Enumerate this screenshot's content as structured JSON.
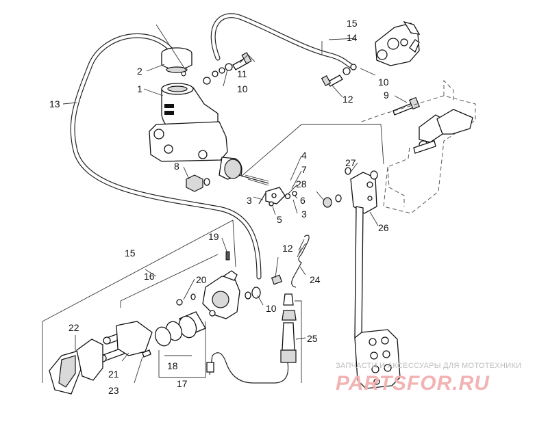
{
  "callouts": [
    {
      "id": "c1",
      "label": "1"
    },
    {
      "id": "c2",
      "label": "2"
    },
    {
      "id": "c3a",
      "label": "3"
    },
    {
      "id": "c3b",
      "label": "3"
    },
    {
      "id": "c4",
      "label": "4"
    },
    {
      "id": "c5",
      "label": "5"
    },
    {
      "id": "c6",
      "label": "6"
    },
    {
      "id": "c7",
      "label": "7"
    },
    {
      "id": "c8",
      "label": "8"
    },
    {
      "id": "c9",
      "label": "9"
    },
    {
      "id": "c10a",
      "label": "10"
    },
    {
      "id": "c10b",
      "label": "10"
    },
    {
      "id": "c10c",
      "label": "10"
    },
    {
      "id": "c11",
      "label": "11"
    },
    {
      "id": "c12a",
      "label": "12"
    },
    {
      "id": "c12b",
      "label": "12"
    },
    {
      "id": "c13",
      "label": "13"
    },
    {
      "id": "c14",
      "label": "14"
    },
    {
      "id": "c15a",
      "label": "15"
    },
    {
      "id": "c15b",
      "label": "15"
    },
    {
      "id": "c16",
      "label": "16"
    },
    {
      "id": "c17",
      "label": "17"
    },
    {
      "id": "c18",
      "label": "18"
    },
    {
      "id": "c19",
      "label": "19"
    },
    {
      "id": "c20",
      "label": "20"
    },
    {
      "id": "c21",
      "label": "21"
    },
    {
      "id": "c22",
      "label": "22"
    },
    {
      "id": "c23",
      "label": "23"
    },
    {
      "id": "c24",
      "label": "24"
    },
    {
      "id": "c25",
      "label": "25"
    },
    {
      "id": "c26",
      "label": "26"
    },
    {
      "id": "c27",
      "label": "27"
    },
    {
      "id": "c28",
      "label": "28"
    }
  ],
  "watermark": {
    "tagline": "ЗАПЧАСТИ И АКСЕССУАРЫ ДЛЯ МОТОТЕХНИКИ",
    "brand": "PARTSFOR.RU"
  },
  "colors": {
    "line": "#222222",
    "watermark": "#f2b3b3"
  }
}
